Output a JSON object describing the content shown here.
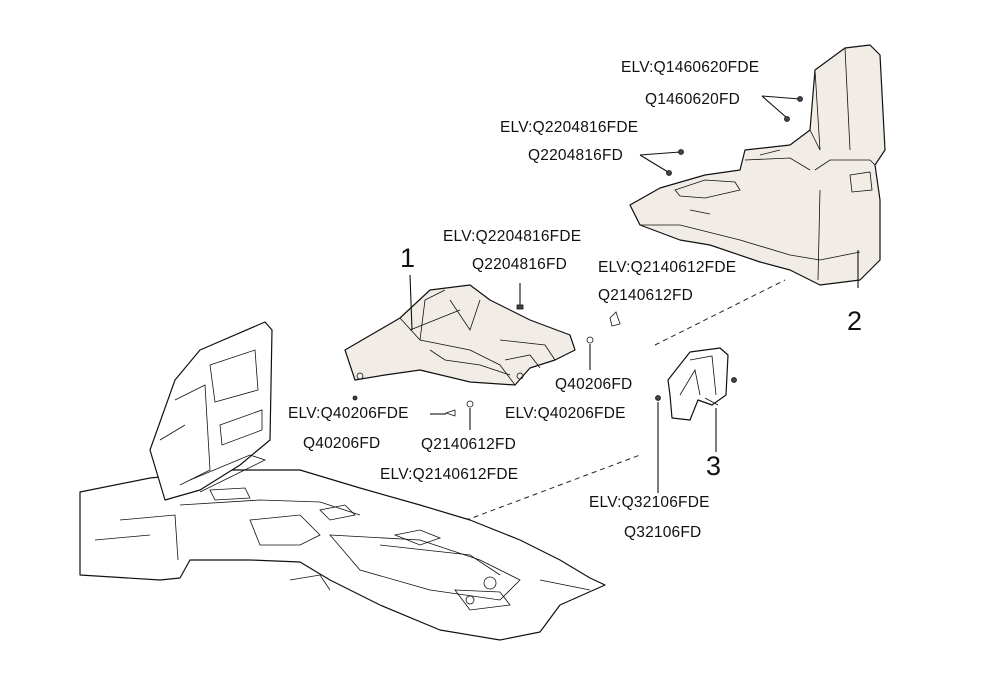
{
  "callouts": {
    "item_1": "1",
    "item_2": "2",
    "item_3": "3"
  },
  "part_codes": {
    "elv_q1460620fde": "ELV:Q1460620FDE",
    "q1460620fd": "Q1460620FD",
    "elv_q2204816fde_top": "ELV:Q2204816FDE",
    "q2204816fd_top": "Q2204816FD",
    "elv_q2204816fde_mid": "ELV:Q2204816FDE",
    "q2204816fd_mid": "Q2204816FD",
    "elv_q2140612fde_right": "ELV:Q2140612FDE",
    "q2140612fd_right": "Q2140612FD",
    "q40206fd_right": "Q40206FD",
    "elv_q40206fde_right": "ELV:Q40206FDE",
    "elv_q40206fde_left": "ELV:Q40206FDE",
    "q40206fd_left": "Q40206FD",
    "q2140612fd_left": "Q2140612FD",
    "elv_q2140612fde_left": "ELV:Q2140612FDE",
    "elv_q32106fde": "ELV:Q32106FDE",
    "q32106fd": "Q32106FD"
  }
}
